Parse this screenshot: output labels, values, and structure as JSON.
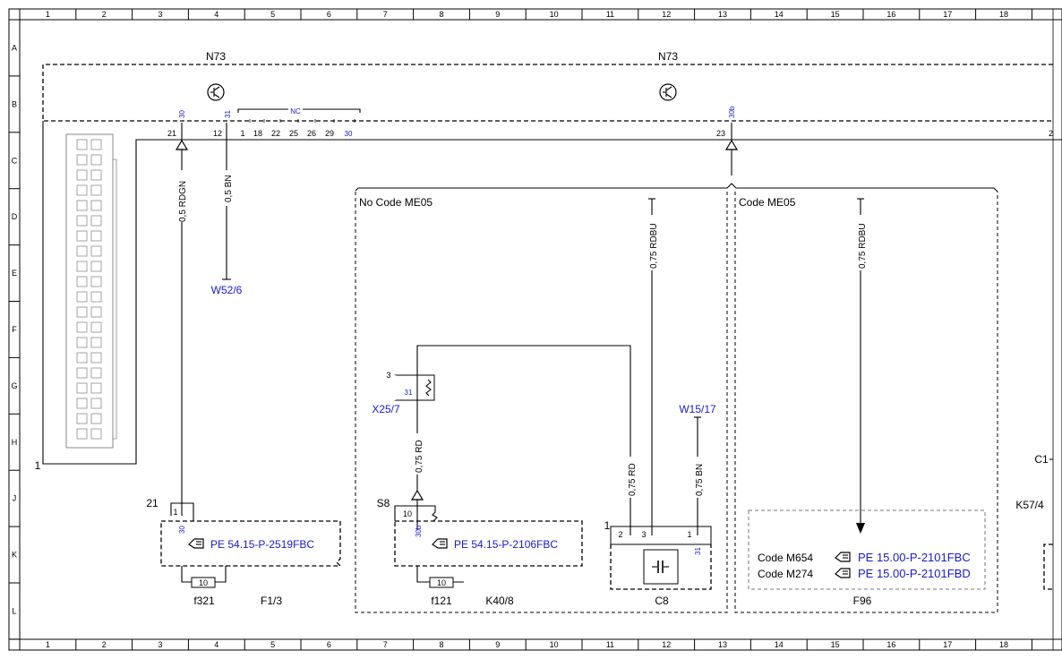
{
  "grid": {
    "columns": [
      "1",
      "2",
      "3",
      "4",
      "5",
      "6",
      "7",
      "8",
      "9",
      "10",
      "11",
      "12",
      "13",
      "14",
      "15",
      "16",
      "17",
      "18"
    ],
    "rows": [
      "A",
      "B",
      "C",
      "D",
      "E",
      "F",
      "G",
      "H",
      "J",
      "K",
      "L"
    ]
  },
  "components": {
    "n73_left": "N73",
    "n73_right": "N73",
    "f1_3": "F1/3",
    "f321": "f321",
    "f121": "f121",
    "k40_8": "K40/8",
    "c8": "C8",
    "f96": "F96",
    "c1": "C1",
    "k57_4": "K57/4",
    "s8": "S8"
  },
  "connectors": {
    "w52_6": "W52/6",
    "x25_7": "X25/7",
    "w15_17": "W15/17"
  },
  "wires": {
    "rdgn": "0,5 RDGN",
    "bn_05": "0,5 BN",
    "rdbu_left": "0,75 RDBU",
    "rdbu_right": "0,75 RDBU",
    "rd_x25": "0,75 RD",
    "rd_c8": "0,75 RD",
    "bn_075": "0,75 BN"
  },
  "pins": {
    "p21": "21",
    "p12": "12",
    "p1": "1",
    "p18": "18",
    "p22": "22",
    "p25": "25",
    "p26": "26",
    "p29": "29",
    "p30": "30",
    "p23": "23",
    "p2_edge": "2",
    "term30": "30",
    "term31": "31",
    "term30b": "30b",
    "nc": "NC",
    "conn_1": "1",
    "f1_21": "21",
    "f1_1": "1",
    "f1_30": "30",
    "f1_10": "10",
    "x25_3": "3",
    "x25_31": "31",
    "s8_10": "10",
    "s8_30b": "30b",
    "k40_10": "10",
    "c8_1": "1",
    "c8_2": "2",
    "c8_3": "3",
    "c8_p1": "1",
    "c8_31": "31"
  },
  "areas": {
    "no_code": "No Code ME05",
    "code": "Code ME05"
  },
  "codes": {
    "m654": "Code M654",
    "m274": "Code M274"
  },
  "references": {
    "pe_f1": "PE 54.15-P-2519FBC",
    "pe_k40": "PE 54.15-P-2106FBC",
    "pe_m654": "PE 15.00-P-2101FBC",
    "pe_m274": "PE 15.00-P-2101FBD"
  },
  "colors": {
    "link_blue": "#1a1acc",
    "line": "#000000",
    "grey_box": "#777777"
  }
}
